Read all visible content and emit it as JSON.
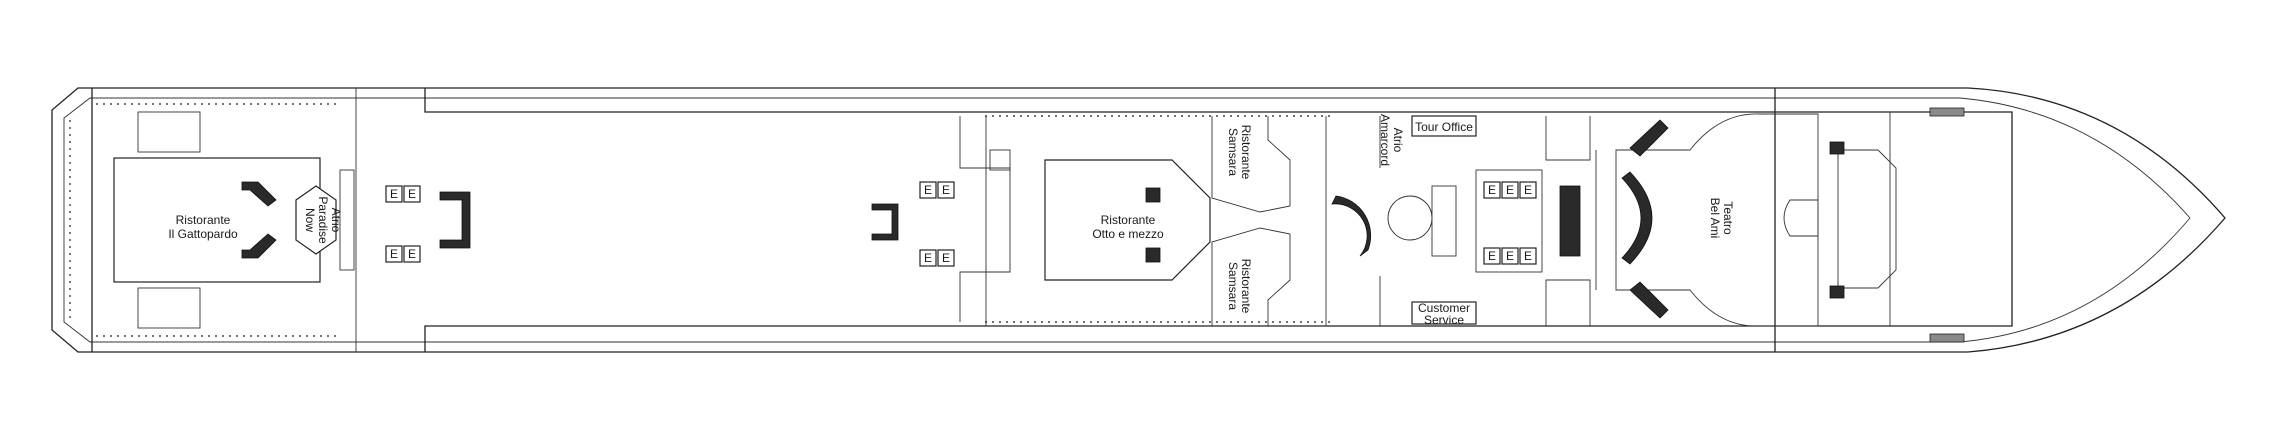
{
  "labels": {
    "gattopardo_1": "Ristorante",
    "gattopardo_2": "Il Gattopardo",
    "paradise_1": "Atrio",
    "paradise_2": "Paradise",
    "paradise_3": "Now",
    "otto_1": "Ristorante",
    "otto_2": "Otto e mezzo",
    "samsara_top_1": "Ristorante",
    "samsara_top_2": "Samsara",
    "samsara_bot_1": "Ristorante",
    "samsara_bot_2": "Samsara",
    "amarcord_1": "Atrio",
    "amarcord_2": "Amarcord",
    "tour_office": "Tour Office",
    "customer_1": "Customer",
    "customer_2": "Service",
    "teatro_1": "Teatro",
    "teatro_2": "Bel Ami"
  },
  "elevator_glyph": "E",
  "colors": {
    "line": "#222222",
    "background": "#ffffff",
    "dark_fill": "#2a2a2a"
  }
}
